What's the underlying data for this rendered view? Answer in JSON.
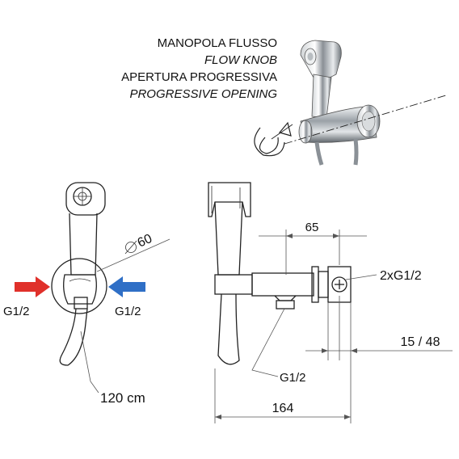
{
  "labels": {
    "flow_knob_it": "MANOPOLA FLUSSO",
    "flow_knob_en": "FLOW KNOB",
    "progressive_it": "APERTURA PROGRESSIVA",
    "progressive_en": "PROGRESSIVE OPENING"
  },
  "front_view": {
    "diameter": "60",
    "left_inlet": "G1/2",
    "right_inlet": "G1/2",
    "hose_length": "120 cm"
  },
  "side_view": {
    "dim_top": "65",
    "outlet_label": "2xG1/2",
    "dim_right": "15 / 48",
    "bottom_inlet": "G1/2",
    "dim_total": "164"
  },
  "colors": {
    "arrow_left": "#e0302a",
    "arrow_right": "#2f6fc6"
  }
}
